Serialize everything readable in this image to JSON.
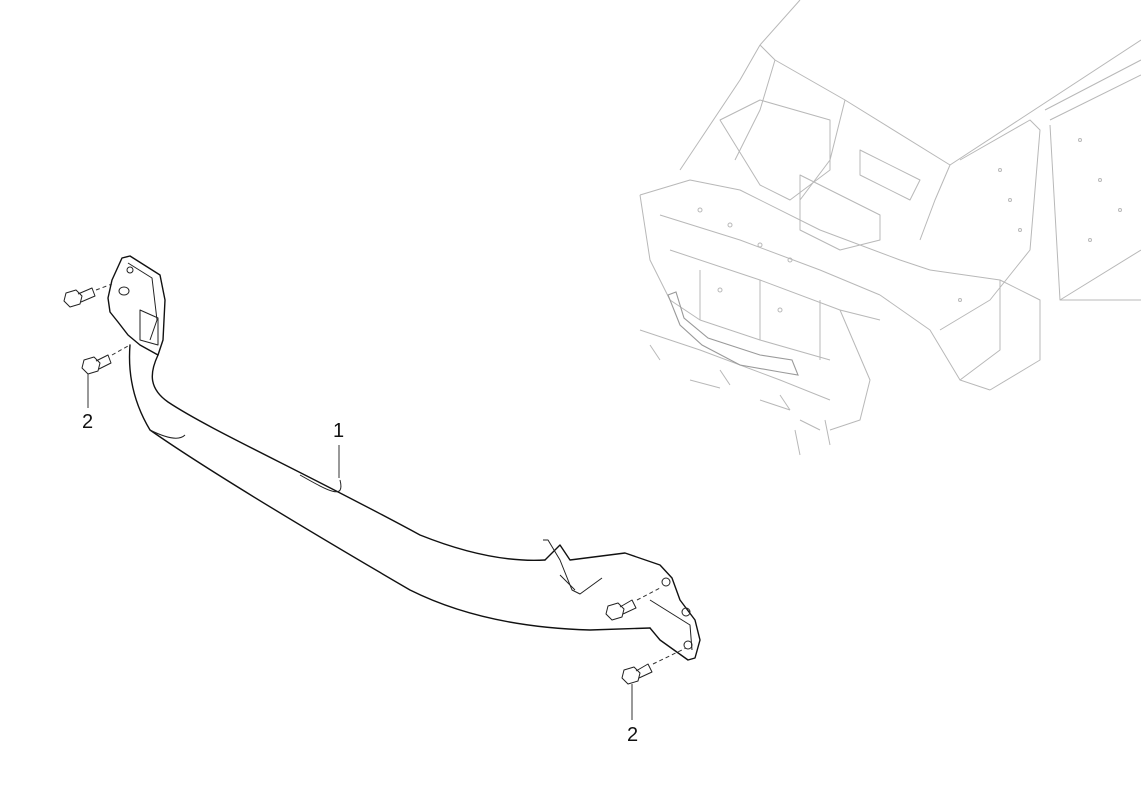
{
  "diagram": {
    "callouts": {
      "part_1": "1",
      "part_2_left": "2",
      "part_2_right": "2"
    }
  }
}
